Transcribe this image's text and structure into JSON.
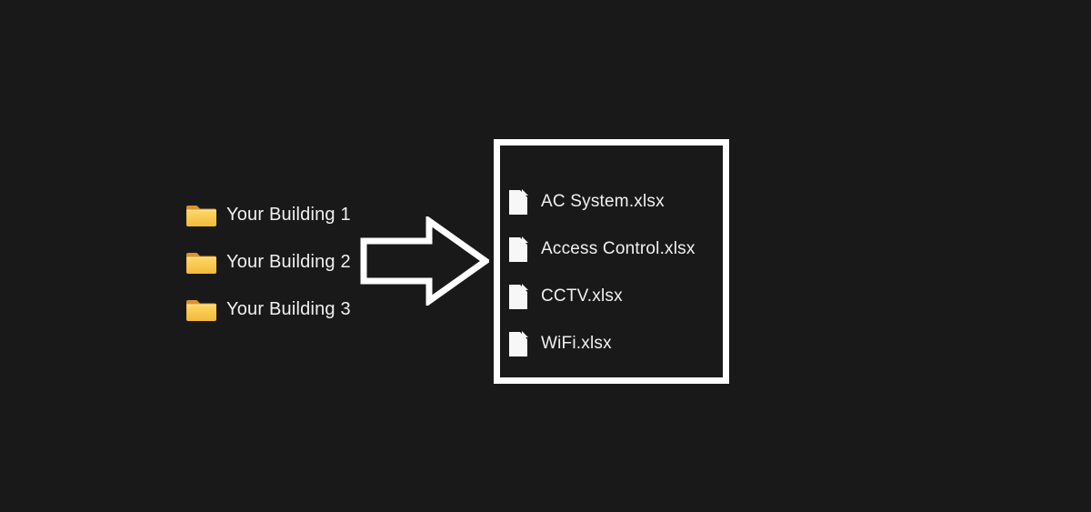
{
  "background_color": "#191919",
  "colors": {
    "text": "#f1f1f1",
    "box_border": "#ffffff",
    "arrow_outline": "#ffffff",
    "folder_tab": "#d9942b",
    "folder_body_top": "#ffd866",
    "folder_body_bottom": "#f2b93b",
    "file_icon": "#f7f7f7"
  },
  "folders": {
    "items": [
      {
        "label": "Your Building 1",
        "icon": "folder-icon"
      },
      {
        "label": "Your Building 2",
        "icon": "folder-icon"
      },
      {
        "label": "Your Building 3",
        "icon": "folder-icon"
      }
    ]
  },
  "arrow": {
    "icon": "arrow-right-icon",
    "direction": "right"
  },
  "files": {
    "items": [
      {
        "label": "AC System.xlsx",
        "icon": "document-icon"
      },
      {
        "label": "Access Control.xlsx",
        "icon": "document-icon"
      },
      {
        "label": "CCTV.xlsx",
        "icon": "document-icon"
      },
      {
        "label": "WiFi.xlsx",
        "icon": "document-icon"
      }
    ]
  }
}
